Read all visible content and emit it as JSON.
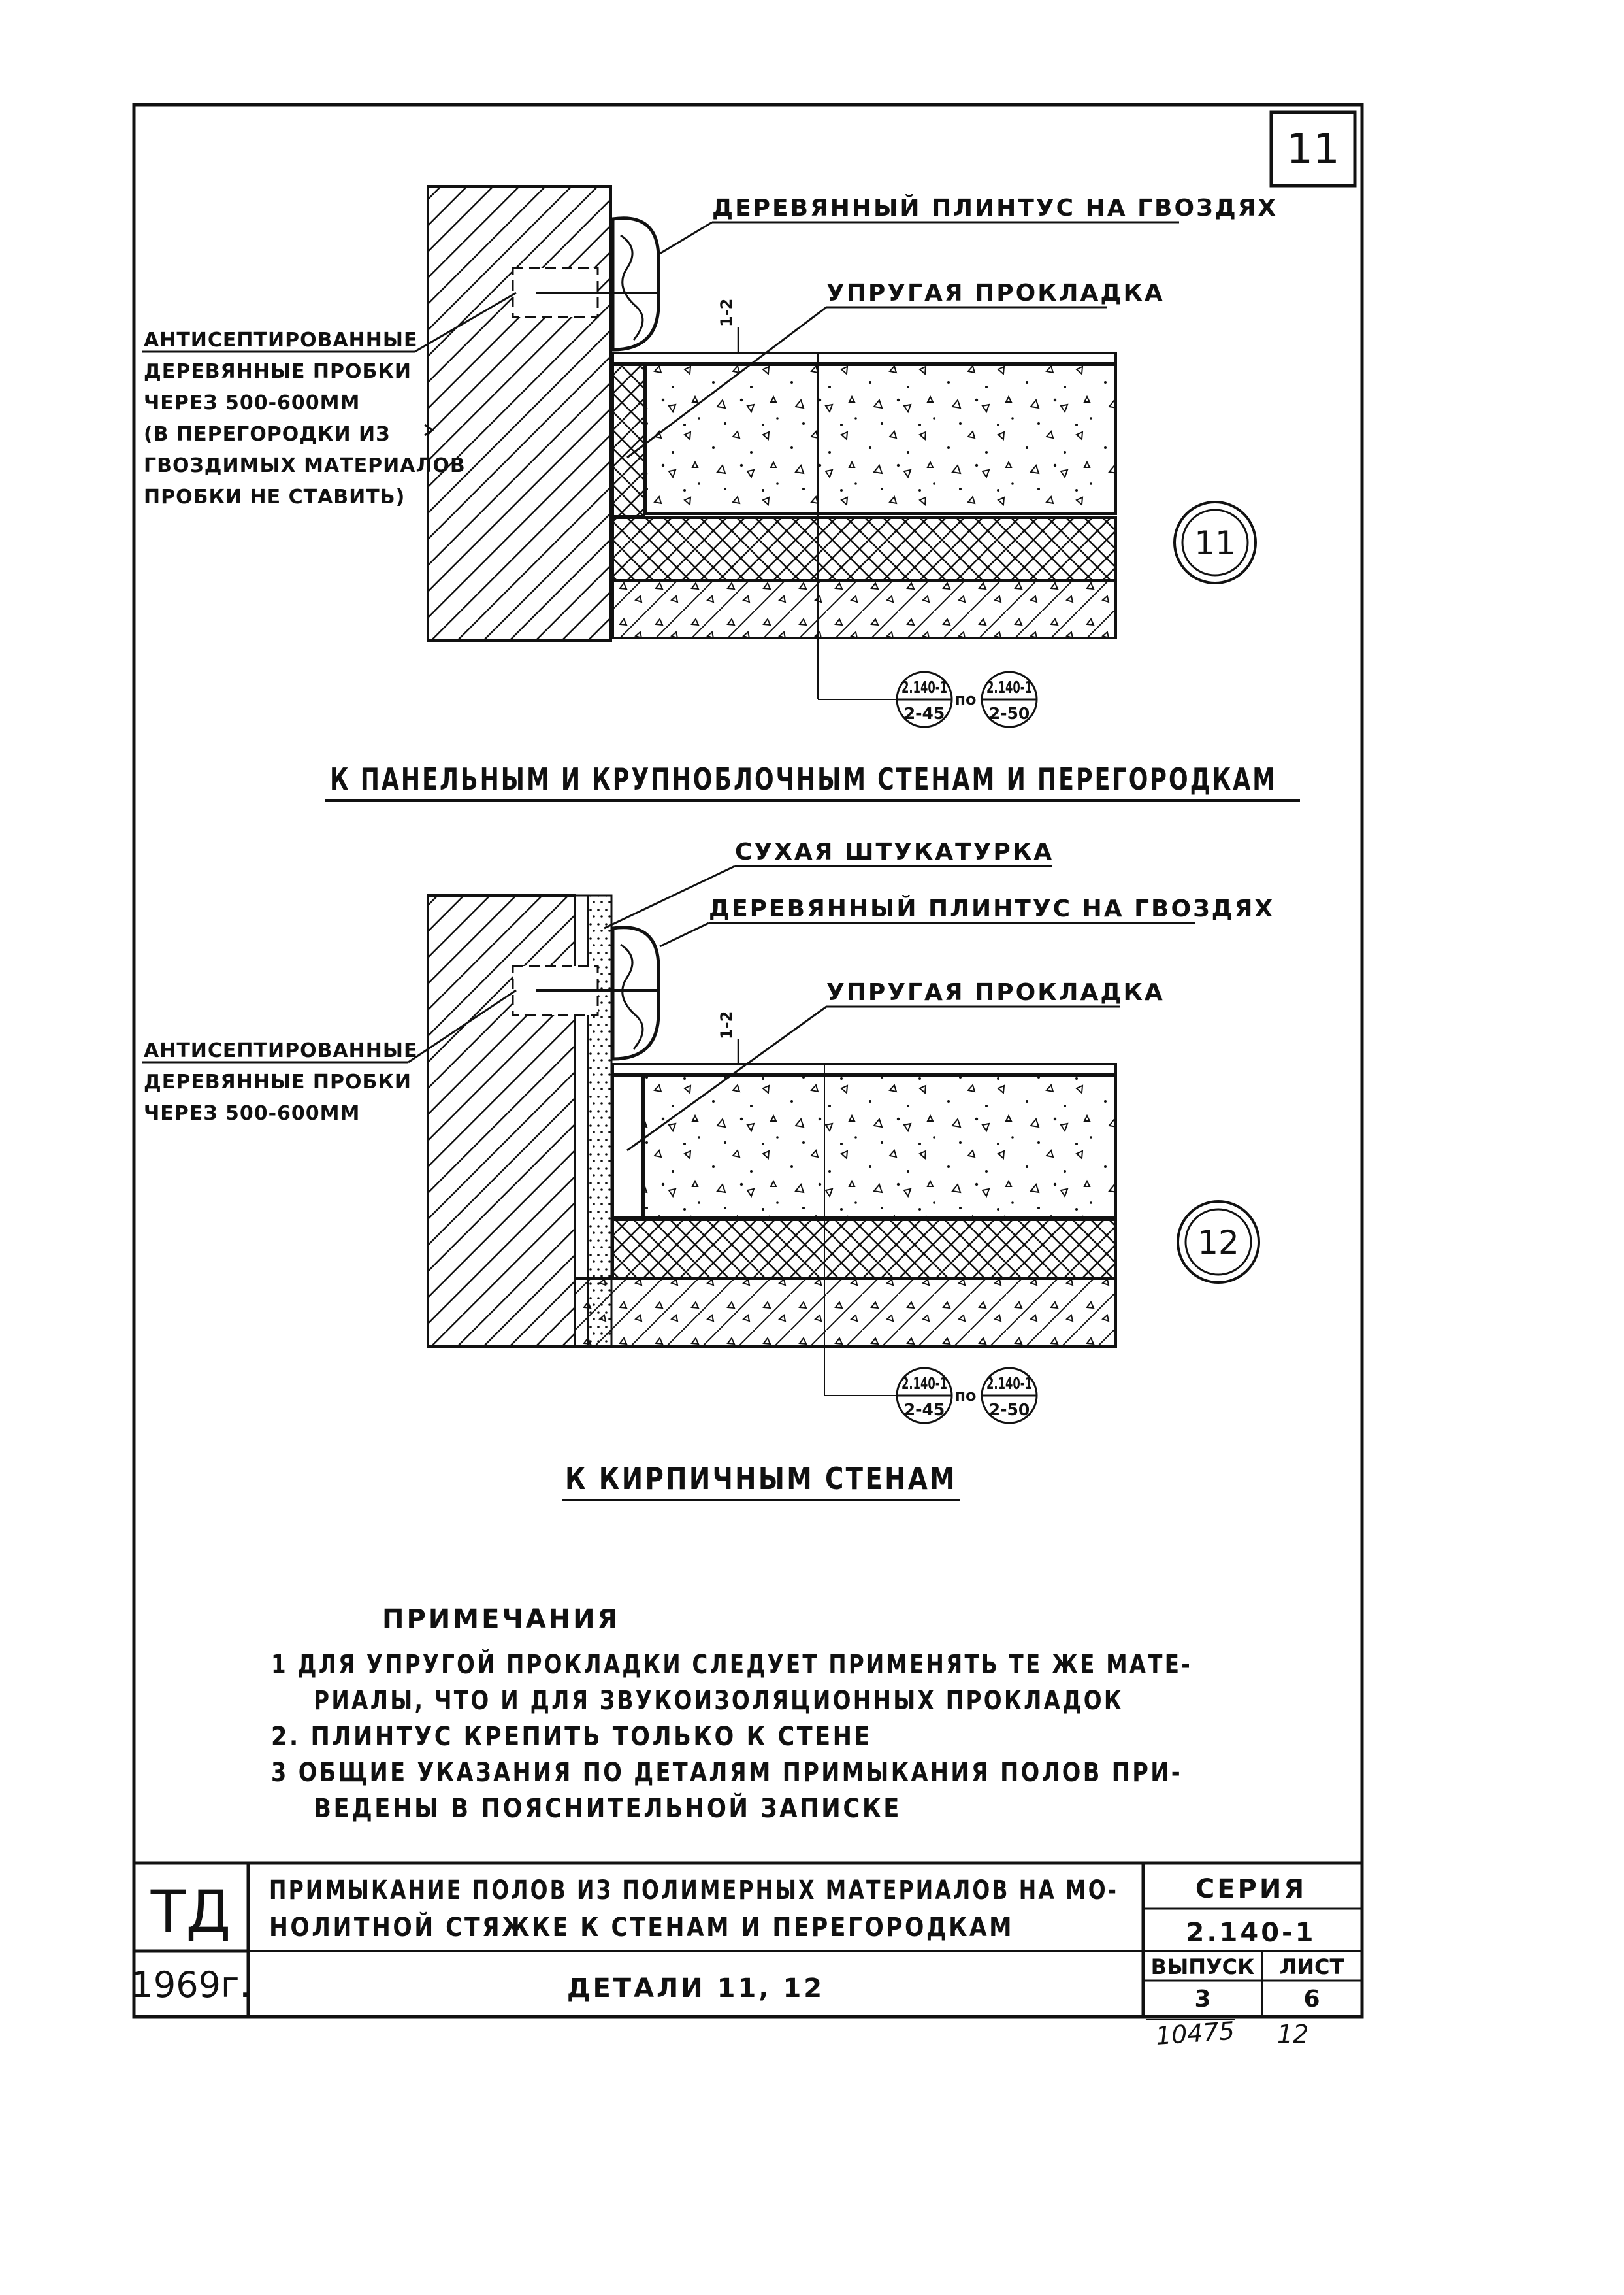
{
  "sheet_number": "11",
  "detail1": {
    "callouts": {
      "plinth": "ДЕРЕВЯННЫЙ ПЛИНТУС НА ГВОЗДЯХ",
      "gasket": "УПРУГАЯ ПРОКЛАДКА"
    },
    "gap": "1-2",
    "side_note": [
      "АНТИСЕПТИРОВАННЫЕ",
      "ДЕРЕВЯННЫЕ ПРОБКИ",
      "ЧЕРЕЗ 500-600ММ",
      "(В ПЕРЕГОРОДКИ ИЗ",
      "ГВОЗДИМЫХ МАТЕРИАЛОВ",
      "ПРОБКИ НЕ СТАВИТЬ)"
    ],
    "marker": "11",
    "ref_a": {
      "top": "2.140-1",
      "bottom": "2-45"
    },
    "ref_sep": "по",
    "ref_b": {
      "top": "2.140-1",
      "bottom": "2-50"
    },
    "title": "К ПАНЕЛЬНЫМ И КРУПНОБЛОЧНЫМ СТЕНАМ И ПЕРЕГОРОДКАМ"
  },
  "detail2": {
    "callouts": {
      "plaster": "СУХАЯ ШТУКАТУРКА",
      "plinth": "ДЕРЕВЯННЫЙ ПЛИНТУС НА ГВОЗДЯХ",
      "gasket": "УПРУГАЯ ПРОКЛАДКА"
    },
    "gap": "1-2",
    "side_note": [
      "АНТИСЕПТИРОВАННЫЕ",
      "ДЕРЕВЯННЫЕ ПРОБКИ",
      "ЧЕРЕЗ 500-600ММ"
    ],
    "marker": "12",
    "ref_a": {
      "top": "2.140-1",
      "bottom": "2-45"
    },
    "ref_sep": "по",
    "ref_b": {
      "top": "2.140-1",
      "bottom": "2-50"
    },
    "title": "К КИРПИЧНЫМ СТЕНАМ"
  },
  "notes": {
    "heading": "ПРИМЕЧАНИЯ",
    "lines": [
      "1  ДЛЯ УПРУГОЙ ПРОКЛАДКИ СЛЕДУЕТ ПРИМЕНЯТЬ ТЕ ЖЕ МАТЕ-",
      "РИАЛЫ, ЧТО И ДЛЯ ЗВУКОИЗОЛЯЦИОННЫХ ПРОКЛАДОК",
      "2. ПЛИНТУС КРЕПИТЬ ТОЛЬКО К СТЕНЕ",
      "3  ОБЩИЕ УКАЗАНИЯ ПО ДЕТАЛЯМ ПРИМЫКАНИЯ ПОЛОВ ПРИ-",
      "ВЕДЕНЫ В ПОЯСНИТЕЛЬНОЙ ЗАПИСКЕ"
    ]
  },
  "title_block": {
    "org": "ТД",
    "year": "1969г.",
    "title_line1": "ПРИМЫКАНИЕ ПОЛОВ ИЗ ПОЛИМЕРНЫХ МАТЕРИАЛОВ НА МО-",
    "title_line2": "НОЛИТНОЙ СТЯЖКЕ К СТЕНАМ И ПЕРЕГОРОДКАМ",
    "details": "ДЕТАЛИ  11, 12",
    "series_label": "СЕРИЯ",
    "series_value": "2.140-1",
    "issue_label": "ВЫПУСК",
    "issue_value": "3",
    "sheet_label": "ЛИСТ",
    "sheet_value": "6"
  },
  "footer": {
    "inventory": "10475",
    "page": "12"
  }
}
